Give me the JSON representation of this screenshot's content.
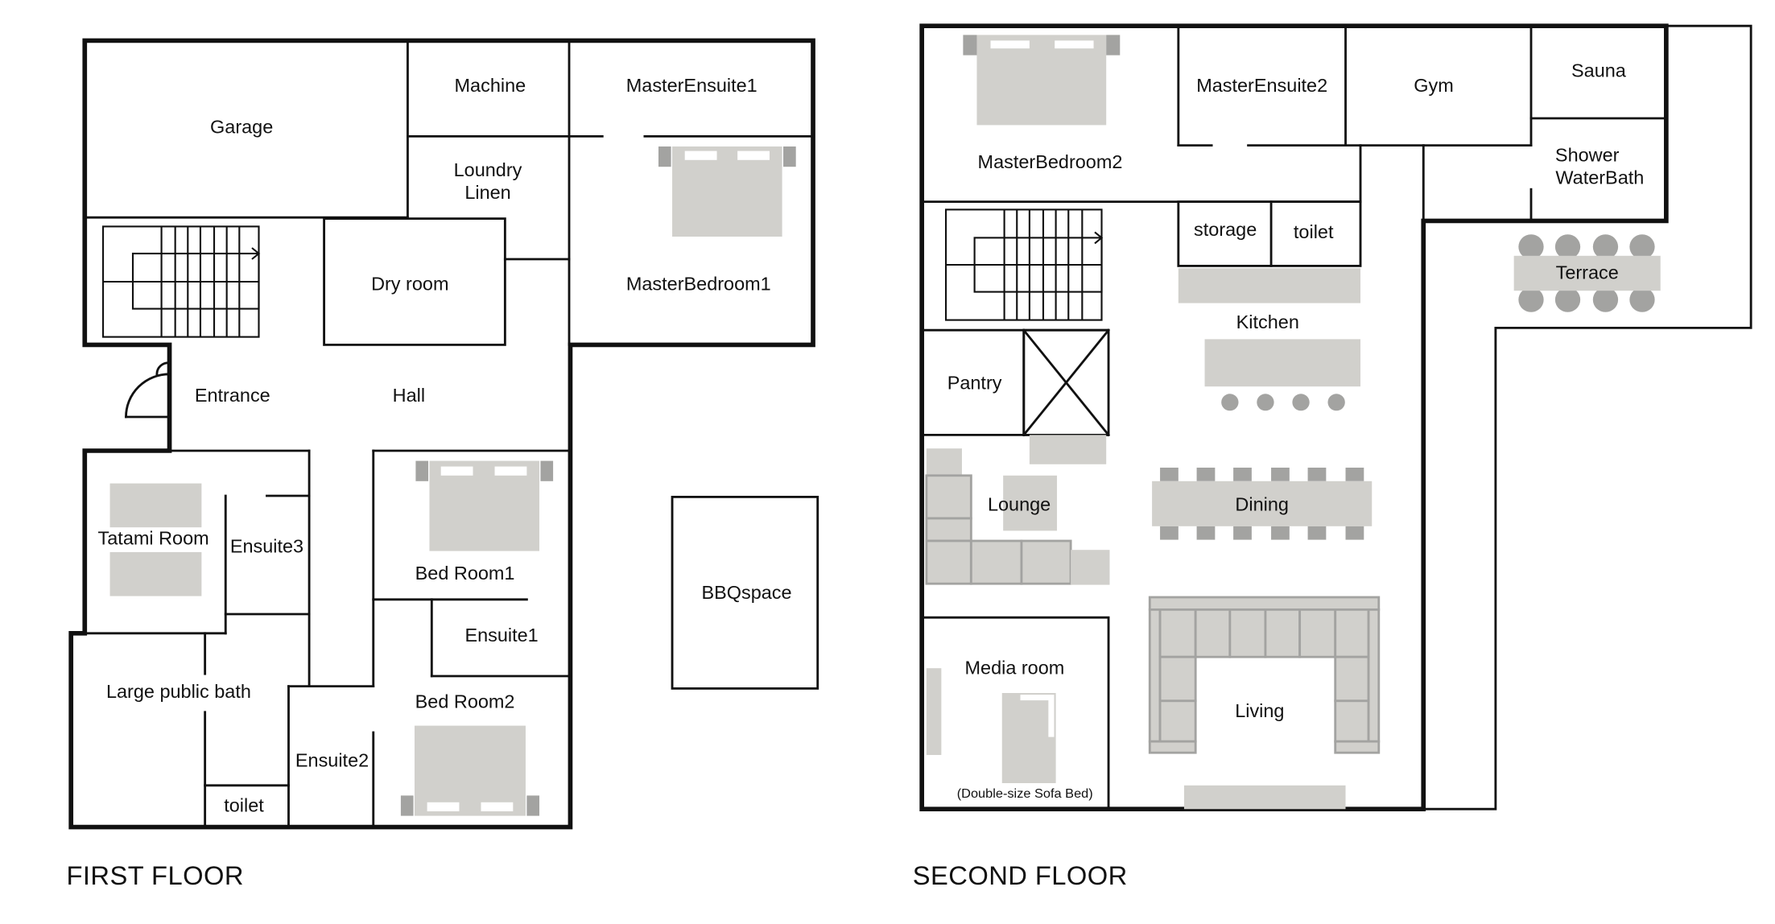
{
  "first_floor": {
    "title": "FIRST FLOOR",
    "rooms": {
      "garage": "Garage",
      "machine": "Machine",
      "master_ensuite1": "MasterEnsuite1",
      "loundry_line1": "Loundry",
      "loundry_line2": "Linen",
      "dry_room": "Dry room",
      "master_bedroom1": "MasterBedroom1",
      "entrance": "Entrance",
      "hall": "Hall",
      "tatami_room": "Tatami Room",
      "ensuite3": "Ensuite3",
      "bed_room1": "Bed Room1",
      "ensuite1": "Ensuite1",
      "large_public_bath": "Large public bath",
      "bed_room2": "Bed Room2",
      "ensuite2": "Ensuite2",
      "toilet": "toilet",
      "bbq_space": "BBQspace"
    }
  },
  "second_floor": {
    "title": "SECOND FLOOR",
    "rooms": {
      "master_bedroom2": "MasterBedroom2",
      "master_ensuite2": "MasterEnsuite2",
      "gym": "Gym",
      "sauna": "Sauna",
      "shower_line1": "Shower",
      "shower_line2": "WaterBath",
      "storage": "storage",
      "toilet": "toilet",
      "kitchen": "Kitchen",
      "terrace": "Terrace",
      "pantry": "Pantry",
      "lounge": "Lounge",
      "dining": "Dining",
      "media_room": "Media room",
      "sofa_bed_note": "(Double-size Sofa Bed)",
      "living": "Living"
    }
  },
  "colors": {
    "wall": "#111111",
    "furniture": "#d1d0cc",
    "furniture_dark": "#a3a3a1"
  }
}
